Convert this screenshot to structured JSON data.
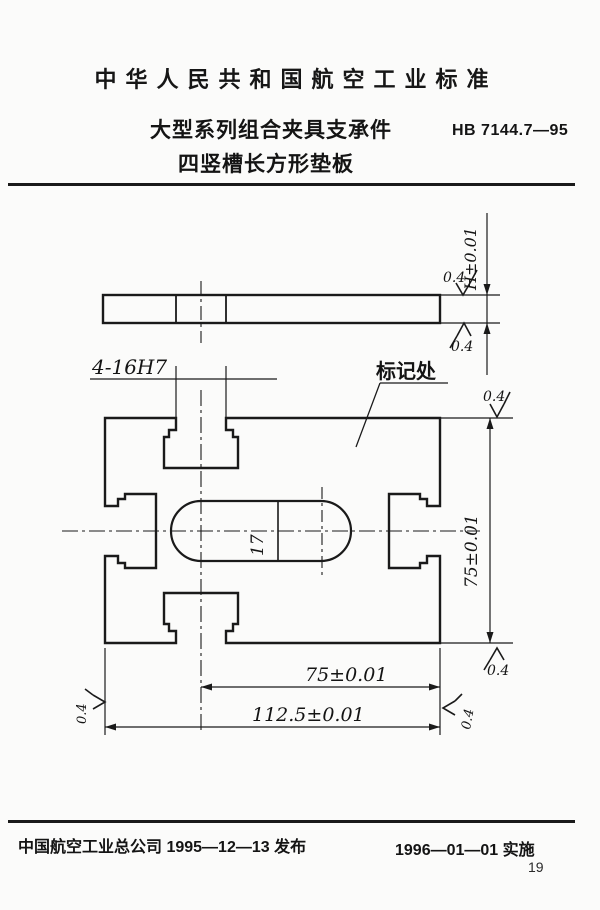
{
  "header": {
    "standard_title": "中华人民共和国航空工业标准",
    "doc_title_line1": "大型系列组合夹具支承件",
    "doc_title_line2": "四竖槽长方形垫板",
    "standard_number": "HB 7144.7—95"
  },
  "drawing": {
    "hole_callout": "4-16H7",
    "marking_note": "标记处",
    "capsule_label": "17",
    "thickness_dim": "H±0.01",
    "side_height_dim": "75±0.01",
    "bottom_dim_inner": "75±0.01",
    "bottom_dim_outer": "112.5±0.01",
    "roughness_value": "0.4",
    "line_color": "#1a1a1a"
  },
  "footer": {
    "issuer_line": "中国航空工业总公司 1995—12—13 发布",
    "implementation_line": "1996—01—01 实施",
    "page_number": "19"
  }
}
